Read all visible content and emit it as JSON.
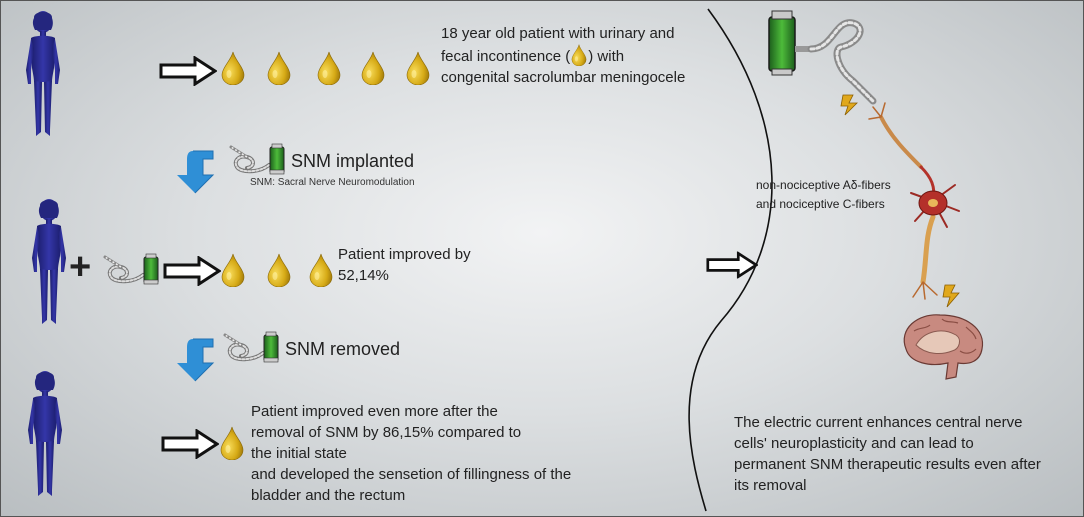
{
  "case": {
    "line1": "18 year old patient with urinary and",
    "line2_pre": "fecal incontinence (",
    "line2_post": ") with",
    "line3": "congenital sacrolumbar meningocele"
  },
  "implant": {
    "label": "SNM implanted",
    "sublabel": "SNM: Sacral Nerve Neuromodulation"
  },
  "improved1": {
    "line1": "Patient improved by",
    "line2": "52,14%"
  },
  "removed": {
    "label": "SNM removed"
  },
  "improved2": {
    "line1": "Patient improved even more after the",
    "line2": "removal of SNM by 86,15% compared to",
    "line3": "the initial state",
    "line4": "and developed the sensetion of fillingness of the",
    "line5": "bladder and the rectum"
  },
  "fibers": {
    "line1": "non-nociceptive Aδ-fibers",
    "line2": "and nociceptive C-fibers"
  },
  "conclusion": {
    "line1": "The electric current enhances central nerve",
    "line2": "cells' neuroplasticity and can lead to",
    "line3": "permanent SNM therapeutic results even after",
    "line4": "its removal"
  },
  "plus_sign": "+",
  "colors": {
    "figure": "#2a2c8c",
    "drop": "#d4aa1a",
    "blue_arrow": "#2f8fd6",
    "battery": "#2e8b2e"
  },
  "icons": [
    "human-figure-icon",
    "drop-icon",
    "outline-arrow-icon",
    "blue-down-arrow-icon",
    "stimulator-icon",
    "neuron-icon",
    "brain-icon",
    "lightning-icon"
  ]
}
